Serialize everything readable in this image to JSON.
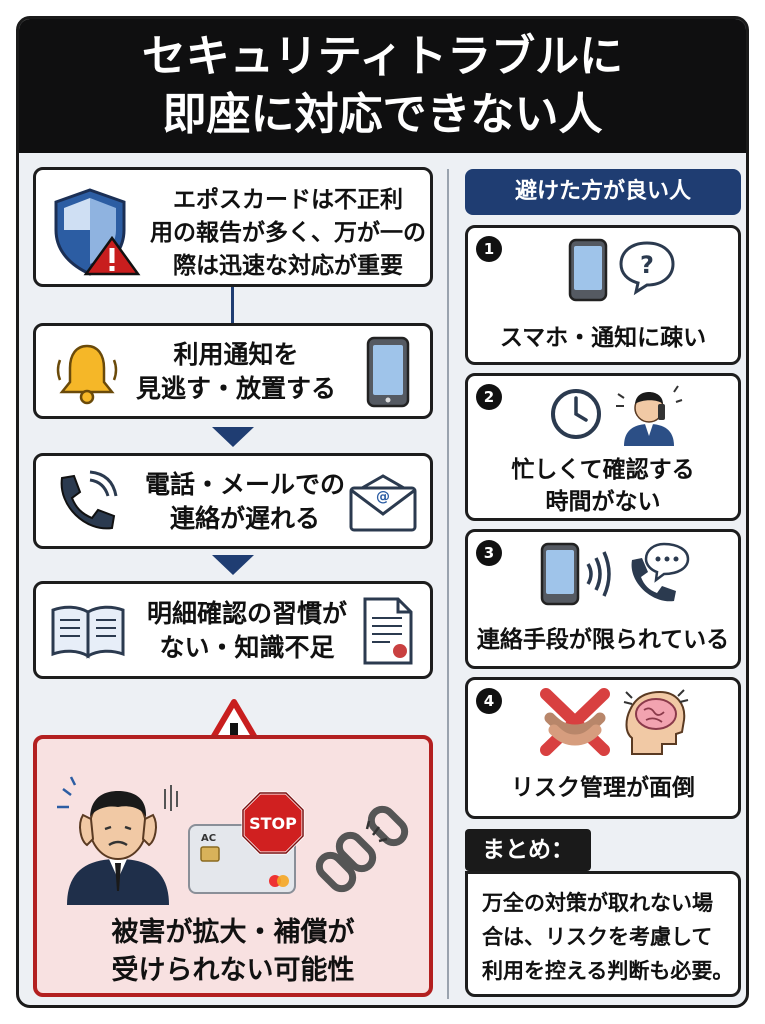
{
  "header": {
    "title_line1": "セキュリティトラブルに",
    "title_line2": "即座に対応できない人"
  },
  "flow": [
    {
      "lines": [
        "エポスカードは不正利",
        "用の報告が多く、万が一の",
        "際は迅速な対応が重要"
      ],
      "icons": [
        "shield-warning-icon"
      ]
    },
    {
      "lines": [
        "利用通知を",
        "見逃す・放置する"
      ],
      "icons": [
        "bell-icon",
        "smartphone-icon"
      ]
    },
    {
      "lines": [
        "電話・メールでの",
        "連絡が遅れる"
      ],
      "icons": [
        "phone-icon",
        "email-icon"
      ]
    },
    {
      "lines": [
        "明細確認の習慣が",
        "ない・知識不足"
      ],
      "icons": [
        "open-book-icon",
        "document-icon"
      ]
    }
  ],
  "danger": {
    "lines": [
      "被害が拡大・補償が",
      "受けられない可能性"
    ],
    "stop_sign": "STOP",
    "card_label": "AC",
    "icons": [
      "warning-triangle-icon",
      "stressed-man-icon",
      "credit-card-icon",
      "stop-sign-icon",
      "broken-chain-icon"
    ]
  },
  "avoid": {
    "label": "避けた方が良い人",
    "items": [
      {
        "num": "1",
        "lines": [
          "スマホ・通知に疎い"
        ],
        "icons": [
          "smartphone-icon",
          "question-bubble-icon"
        ]
      },
      {
        "num": "2",
        "lines": [
          "忙しくて確認する",
          "時間がない"
        ],
        "icons": [
          "clock-icon",
          "businessman-phone-icon"
        ]
      },
      {
        "num": "3",
        "lines": [
          "連絡手段が限られている"
        ],
        "icons": [
          "smartphone-signal-icon",
          "phone-chat-icon"
        ]
      },
      {
        "num": "4",
        "lines": [
          "リスク管理が面倒"
        ],
        "icons": [
          "crossed-arms-icon",
          "brain-icon"
        ]
      }
    ]
  },
  "summary": {
    "label": "まとめ：",
    "lines": [
      "万全の対策が取れない場",
      "合は、リスクを考慮して",
      "利用を控える判断も必要。"
    ]
  },
  "colors": {
    "header_bg": "#0f0f10",
    "navy": "#1f3d72",
    "danger_border": "#b32020",
    "danger_bg": "#f8e1e1",
    "panel_bg": "#edf0f4"
  }
}
